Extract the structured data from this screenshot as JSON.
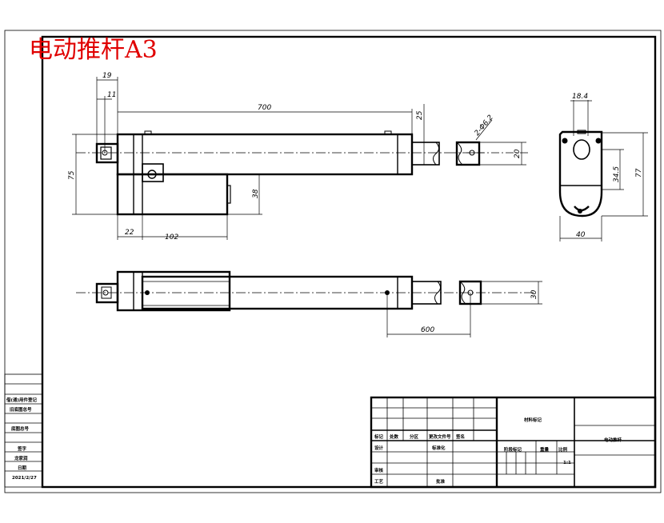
{
  "sheet_title": "电动推杆A3",
  "dimensions": {
    "d19": "19",
    "d11": "11",
    "d700": "700",
    "d25": "25",
    "d75": "75",
    "d38": "38",
    "d22": "22",
    "d102": "102",
    "d2phi": "2-Φ6.2",
    "d20": "20",
    "d18": "18.4",
    "d34": "34.5",
    "d77": "77",
    "d40": "40",
    "d30": "30",
    "d600": "600"
  },
  "side_table": {
    "r1": "借(通)用件登记",
    "r2": "旧底图总号",
    "r3": "底图总号",
    "r4": "签字",
    "r5": "龙家润",
    "r6": "日期",
    "r7": "2021/2/27"
  },
  "title_block": {
    "mark": "标记",
    "count": "处数",
    "zone": "分区",
    "change_doc": "更改文件号",
    "sign": "签名",
    "design": "设计",
    "standard": "标准化",
    "review": "审核",
    "process": "工艺",
    "approve": "批准",
    "material": "材料标记",
    "stage_mark": "阶段标记",
    "weight": "重量",
    "scale": "比例",
    "drawing_name": "电动推杆",
    "ratio_val": "1:1"
  }
}
